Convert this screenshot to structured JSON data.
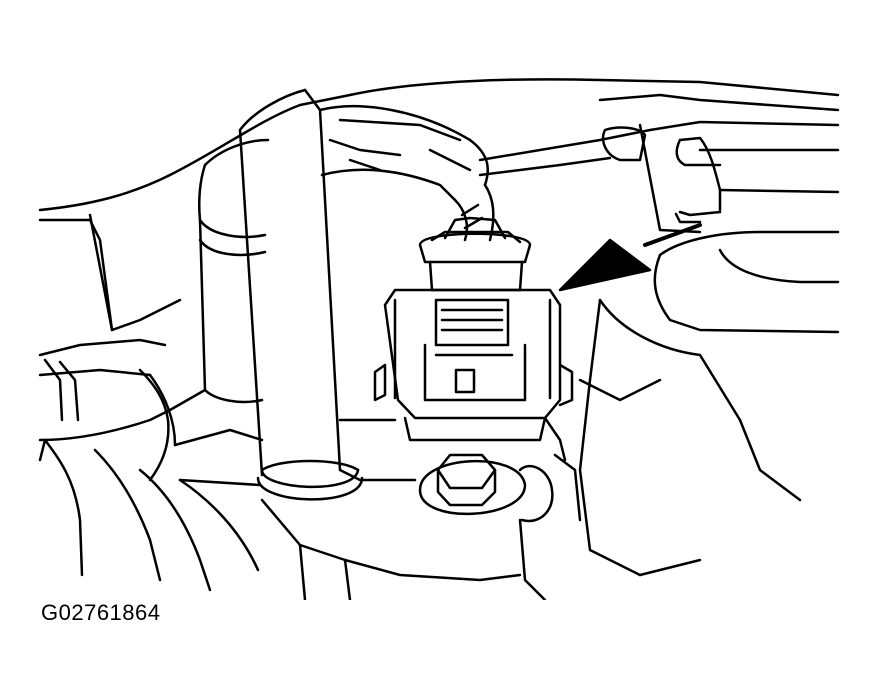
{
  "figure": {
    "code": "G02761864"
  },
  "colors": {
    "ink": "#000000",
    "paper": "#ffffff"
  },
  "illustration": {
    "subject": "sensor-connector-on-engine-component",
    "callout": "arrow-pointing-to-connector"
  }
}
